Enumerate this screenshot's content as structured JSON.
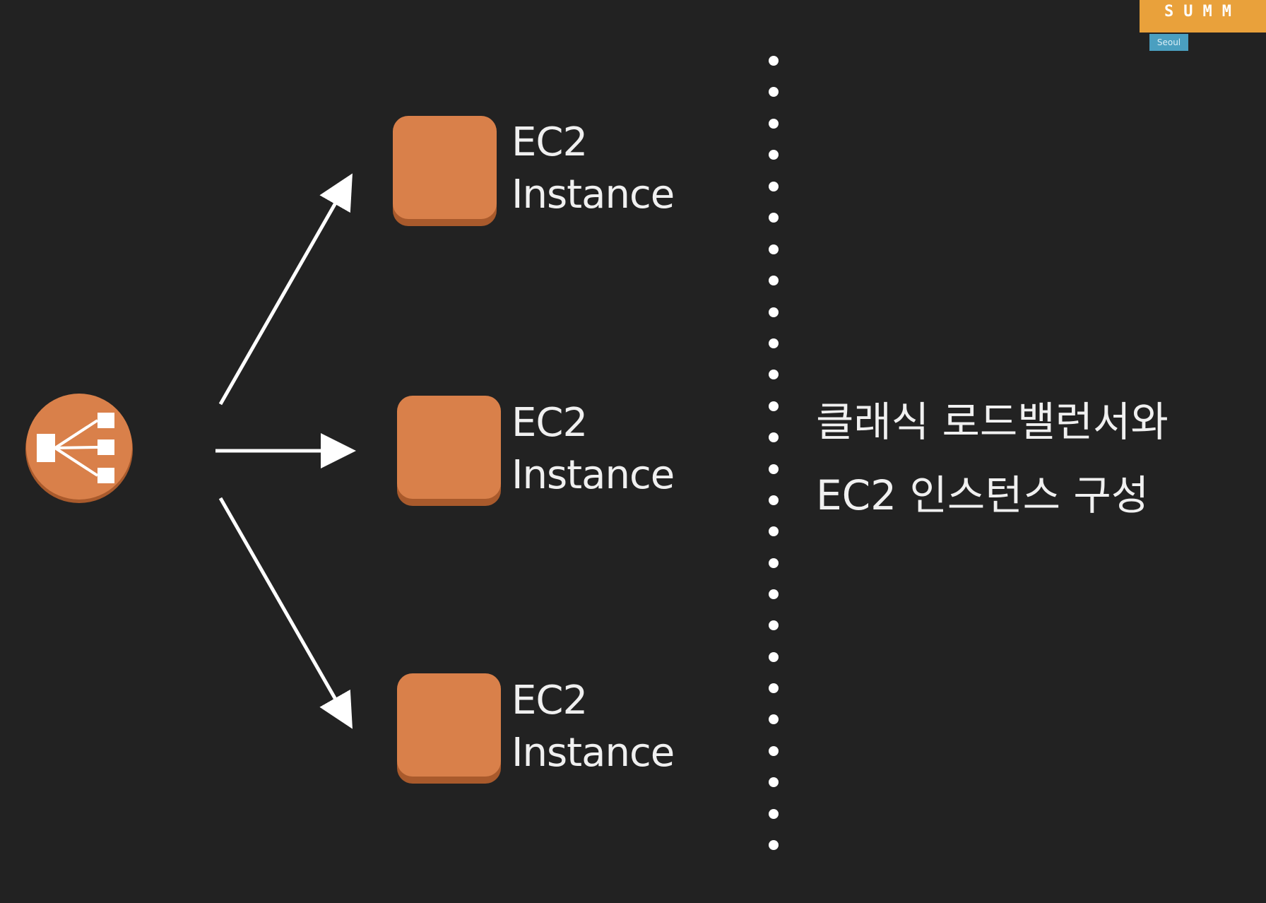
{
  "header": {
    "badge_text": "SUMM",
    "badge_subtext": "Seoul"
  },
  "diagram": {
    "load_balancer_icon": "load-balancer-icon",
    "instances": [
      {
        "line1": "EC2",
        "line2": "Instance"
      },
      {
        "line1": "EC2",
        "line2": "Instance"
      },
      {
        "line1": "EC2",
        "line2": "Instance"
      }
    ],
    "caption": {
      "line1": "클래식 로드밸런서와",
      "line2": "EC2 인스턴스 구성"
    }
  },
  "colors": {
    "background": "#222222",
    "instance_fill": "#d9804a",
    "instance_shadow": "#a95a2c",
    "load_balancer_fill": "#d9804a",
    "arrow": "#ffffff",
    "badge": "#e9a13b"
  }
}
